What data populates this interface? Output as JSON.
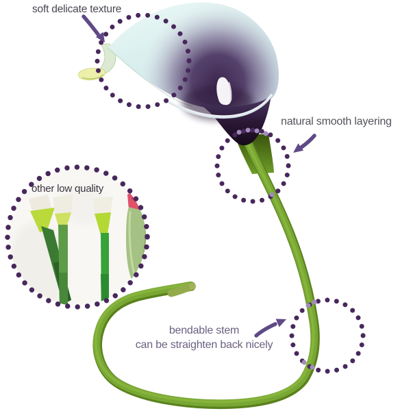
{
  "captions": {
    "texture": "soft delicate texture",
    "layering": "natural smooth layering",
    "low_quality": "other low quality",
    "bendable_line1": "bendable stem",
    "bendable_line2": "can be straighten back nicely"
  },
  "icons": {
    "texture_arrow": "curved-arrow-down-right",
    "layering_arrow": "curved-arrow-down-left",
    "bendable_arrow": "curved-arrow-up-right",
    "highlight_ring": "dotted-circle"
  },
  "colors": {
    "background": "#ffffff",
    "dot_purple": "#48285c",
    "dot_light_purple": "#a18db9",
    "arrow_purple": "#5f4a87",
    "caption_dark": "#4a4550",
    "caption_gray": "#55515a",
    "caption_purple": "#6b6080",
    "stem_green": "#79a733",
    "stem_shadow_green": "#5a811d",
    "flower_pale_cyan": "#dff2f0",
    "flower_deep_purple": "#2a1735",
    "spadix_white": "#f5f3f6",
    "petal_tip_yellow": "#edf0ab",
    "low_quality_red": "#e0516a"
  }
}
